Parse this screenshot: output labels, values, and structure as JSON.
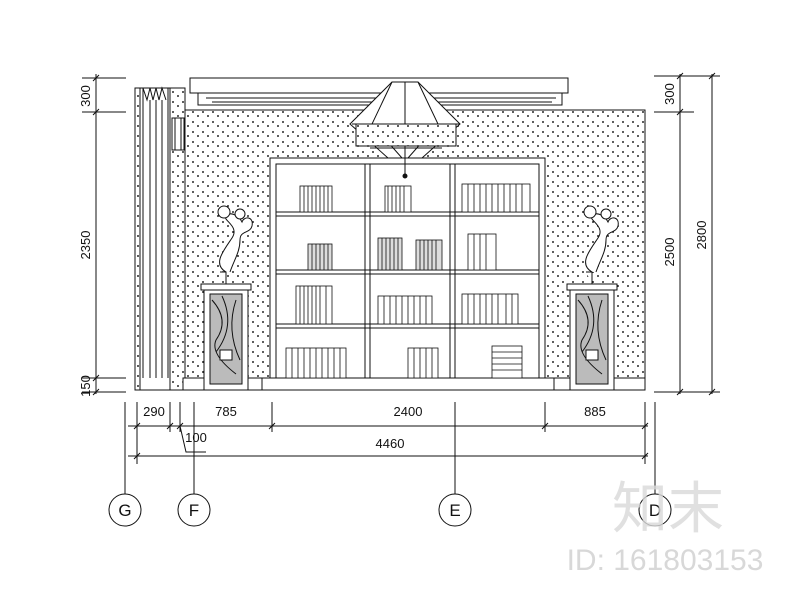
{
  "dimensions": {
    "left_vertical": [
      "300",
      "2350",
      "150"
    ],
    "right_inner": [
      "300",
      "2500"
    ],
    "right_outer": "2800",
    "bottom_row": [
      "290",
      "785",
      "2400",
      "885"
    ],
    "small": "100",
    "total": "4460"
  },
  "axes": [
    "G",
    "F",
    "E",
    "D"
  ],
  "watermark": {
    "brand": "知末",
    "id_text": "ID: 161803153"
  }
}
